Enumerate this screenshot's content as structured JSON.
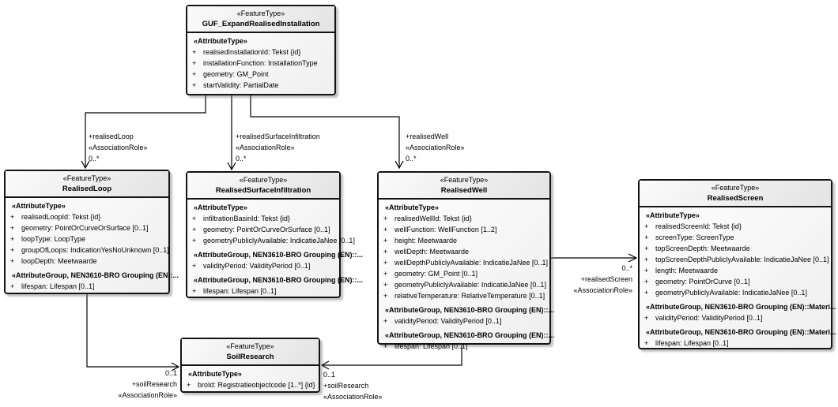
{
  "diagram": {
    "colors": {
      "line": "#000000",
      "box_border": "#141414",
      "header_fill_start": "#fbfbfb",
      "header_fill_end": "#e3e3e3",
      "body_fill_start": "#ffffff",
      "body_fill_end": "#efefef",
      "shadow": "#787878",
      "background": "#ffffff"
    },
    "classes": [
      {
        "id": "guf-expand-realised-installation",
        "stereotype": "«FeatureType»",
        "name": "GUF_ExpandRealisedInstallation",
        "rows": [
          {
            "kind": "heading",
            "text": "«AttributeType»"
          },
          {
            "kind": "attr",
            "text": "realisedInstallationId: Tekst {id}"
          },
          {
            "kind": "attr",
            "text": "installationFunction: InstallationType"
          },
          {
            "kind": "attr",
            "text": "geometry: GM_Point"
          },
          {
            "kind": "attr",
            "text": "startValidity: PartialDate"
          }
        ]
      },
      {
        "id": "realised-loop",
        "stereotype": "«FeatureType»",
        "name": "RealisedLoop",
        "rows": [
          {
            "kind": "heading",
            "text": "«AttributeType»"
          },
          {
            "kind": "attr",
            "text": "realisedLoopId: Tekst {id}"
          },
          {
            "kind": "attr",
            "text": "geometry: PointOrCurveOrSurface [0..1]"
          },
          {
            "kind": "attr",
            "text": "loopType: LoopType"
          },
          {
            "kind": "attr",
            "text": "groupOfLoops: IndicationYesNoUnknown [0..1]"
          },
          {
            "kind": "attr",
            "text": "loopDepth: Meetwaarde"
          },
          {
            "kind": "heading",
            "text": "«AttributeGroup, NEN3610-BRO Grouping (EN):..."
          },
          {
            "kind": "attr",
            "text": "lifespan: Lifespan [0..1]"
          }
        ]
      },
      {
        "id": "realised-surface-infiltration",
        "stereotype": "«FeatureType»",
        "name": "RealisedSurfaceInfiltration",
        "rows": [
          {
            "kind": "heading",
            "text": "«AttributeType»"
          },
          {
            "kind": "attr",
            "text": "infiltrationBasinId: Tekst {id}"
          },
          {
            "kind": "attr",
            "text": "geometry: PointOrCurveOrSurface [0..1]"
          },
          {
            "kind": "attr",
            "text": "geometryPubliclyAvailable: IndicatieJaNee [0..1]"
          },
          {
            "kind": "heading",
            "text": "«AttributeGroup, NEN3610-BRO Grouping (EN)::..."
          },
          {
            "kind": "attr",
            "text": "validityPeriod: ValidityPeriod [0..1]"
          },
          {
            "kind": "heading",
            "text": "«AttributeGroup, NEN3610-BRO Grouping (EN)::..."
          },
          {
            "kind": "attr",
            "text": "lifespan: Lifespan [0..1]"
          }
        ]
      },
      {
        "id": "realised-well",
        "stereotype": "«FeatureType»",
        "name": "RealisedWell",
        "rows": [
          {
            "kind": "heading",
            "text": "«AttributeType»"
          },
          {
            "kind": "attr",
            "text": "realisedWellId: Tekst {id}"
          },
          {
            "kind": "attr",
            "text": "wellFunction: WellFunction [1..2]"
          },
          {
            "kind": "attr",
            "text": "height: Meetwaarde"
          },
          {
            "kind": "attr",
            "text": "wellDepth: Meetwaarde"
          },
          {
            "kind": "attr",
            "text": "wellDepthPubliclyAvailable: IndicatieJaNee [0..1]"
          },
          {
            "kind": "attr",
            "text": "geometry: GM_Point [0..1]"
          },
          {
            "kind": "attr",
            "text": "geometryPubliclyAvailable: IndicatieJaNee [0..1]"
          },
          {
            "kind": "attr",
            "text": "relativeTemperature: RelativeTemperature [0..1]"
          },
          {
            "kind": "heading",
            "text": "«AttributeGroup, NEN3610-BRO Grouping (EN)::..."
          },
          {
            "kind": "attr",
            "text": "validityPeriod: ValidityPeriod [0..1]"
          },
          {
            "kind": "heading",
            "text": "«AttributeGroup, NEN3610-BRO Grouping (EN)::..."
          },
          {
            "kind": "attr",
            "text": "lifespan: Lifespan [0..1]"
          }
        ]
      },
      {
        "id": "realised-screen",
        "stereotype": "«FeatureType»",
        "name": "RealisedScreen",
        "rows": [
          {
            "kind": "heading",
            "text": "«AttributeType»"
          },
          {
            "kind": "attr",
            "text": "realisedScreenId: Tekst {id}"
          },
          {
            "kind": "attr",
            "text": "screenType: ScreenType"
          },
          {
            "kind": "attr",
            "text": "topScreenDepth: Meetwaarde"
          },
          {
            "kind": "attr",
            "text": "topScreenDepthPubliclyAvailable: IndicatieJaNee [0..1]"
          },
          {
            "kind": "attr",
            "text": "length: Meetwaarde"
          },
          {
            "kind": "attr",
            "text": "geometry: PointOrCurve [0..1]"
          },
          {
            "kind": "attr",
            "text": "geometryPubliclyAvailable: IndicatieJaNee [0..1]"
          },
          {
            "kind": "heading",
            "text": "«AttributeGroup, NEN3610-BRO Grouping (EN)::Materi..."
          },
          {
            "kind": "attr",
            "text": "validityPeriod: ValidityPeriod [0..1]"
          },
          {
            "kind": "heading",
            "text": "«AttributeGroup, NEN3610-BRO Grouping (EN)::Materi..."
          },
          {
            "kind": "attr",
            "text": "lifespan: Lifespan [0..1]"
          }
        ]
      },
      {
        "id": "soil-research",
        "stereotype": "«FeatureType»",
        "name": "SoilResearch",
        "rows": [
          {
            "kind": "heading",
            "text": "«AttributeType»"
          },
          {
            "kind": "attr",
            "text": "broId: Registratieobjectcode [1..*] {id}"
          }
        ]
      }
    ],
    "associations": [
      {
        "id": "realised-loop",
        "role": "+realisedLoop",
        "stereotype": "«AssociationRole»",
        "multiplicity": "0..*"
      },
      {
        "id": "realised-surface-infiltration",
        "role": "+realisedSurfaceInfiltration",
        "stereotype": "«AssociationRole»",
        "multiplicity": "0..*"
      },
      {
        "id": "realised-well",
        "role": "+realisedWell",
        "stereotype": "«AssociationRole»",
        "multiplicity": "0..*"
      },
      {
        "id": "realised-screen",
        "role": "+realisedScreen",
        "stereotype": "«AssociationRole»",
        "multiplicity": "0..*"
      },
      {
        "id": "soil-research-left",
        "role": "+soilResearch",
        "stereotype": "«AssociationRole»",
        "multiplicity": "0..1"
      },
      {
        "id": "soil-research-right",
        "role": "+soilResearch",
        "stereotype": "«AssociationRole»",
        "multiplicity": "0..1"
      }
    ]
  }
}
